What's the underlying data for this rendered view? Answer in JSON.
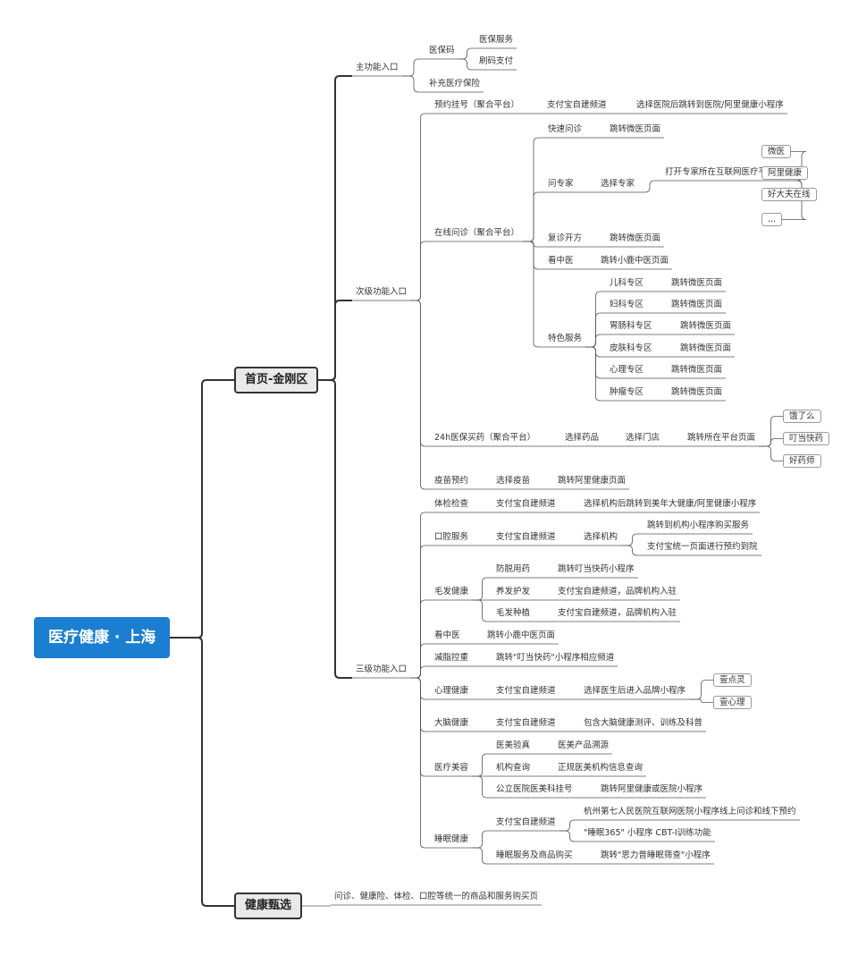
{
  "root": "医疗健康 · 上海",
  "branches": {
    "home": "首页-金刚区",
    "select": "健康甄选"
  },
  "nodes": {
    "level_main": "主功能入口",
    "level_secondary": "次级功能入口",
    "level_tertiary": "三级功能入口",
    "medical_insurance_code": "医保码",
    "insurance_service": "医保服务",
    "scan_pay": "刷码支付",
    "supplementary_insurance": "补充医疗保险",
    "appointment": "预约挂号（聚合平台）",
    "alipay_channel": "支付宝自建频道",
    "select_hospital": "选择医院后跳转到医院/阿里健康小程序",
    "online_consult": "在线问诊（聚合平台）",
    "quick_consult": "快速问诊",
    "goto_weiyi": "跳转微医页面",
    "ask_expert": "问专家",
    "select_expert": "选择专家",
    "open_expert": "打开专家所在互联网医疗平台页面",
    "weiyi": "微医",
    "ali_health": "阿里健康",
    "haodf": "好大夫在线",
    "ellipsis": "...",
    "revisit_prescription": "复诊开方",
    "tcm": "看中医",
    "goto_xiaolu": "跳转小鹿中医页面",
    "special_services": "特色服务",
    "pediatrics": "儿科专区",
    "gynecology": "妇科专区",
    "gastro": "胃肠科专区",
    "dermatology": "皮肤科专区",
    "psychology": "心理专区",
    "oncology": "肿瘤专区",
    "pharmacy24": "24h医保买药（聚合平台）",
    "select_drug": "选择药品",
    "select_store": "选择门店",
    "goto_platform": "跳转所在平台页面",
    "eleme": "饿了么",
    "dingdang": "叮当快药",
    "haoyaoshi": "好药师",
    "vaccine": "疫苗预约",
    "select_vaccine": "选择疫苗",
    "goto_ali_health": "跳转阿里健康页面",
    "checkup": "体检检查",
    "select_checkup": "选择机构后跳转到美年大健康/阿里健康小程序",
    "dental": "口腔服务",
    "select_institution": "选择机构",
    "goto_institution_buy": "跳转到机构小程序购买服务",
    "alipay_unified": "支付宝统一页面进行预约到院",
    "hair": "毛发健康",
    "hair_loss_drug": "防脱用药",
    "goto_dingdang_mini": "跳转叮当快药小程序",
    "hair_care": "养发护发",
    "alipay_brand": "支付宝自建频道，品牌机构入驻",
    "hair_transplant": "毛发种植",
    "tcm2": "看中医",
    "goto_xiaolu_tcm": "跳转小鹿中医页面",
    "weight": "减脂控重",
    "goto_dingdang_channel": "跳转\"叮当快药\"小程序相应频道",
    "mental": "心理健康",
    "select_doctor_brand": "选择医生后进入品牌小程序",
    "jiandianling": "壹点灵",
    "jianxinli": "壹心理",
    "brain": "大脑健康",
    "brain_content": "包含大脑健康测评、训练及科普",
    "aesthetics": "医疗美容",
    "aesthetic_verify": "医美验真",
    "aesthetic_trace": "医美产品溯源",
    "institution_query": "机构查询",
    "institution_info": "正规医美机构信息查询",
    "public_hospital": "公立医院医美科挂号",
    "goto_ali_or_hospital": "跳转阿里健康或医院小程序",
    "sleep": "睡眠健康",
    "hangzhou_seventh": "杭州第七人民医院互联网医院小程序线上问诊和线下预约",
    "sleep365": "\"睡眠365\" 小程序 CBT-I训练功能",
    "sleep_service": "睡眠服务及商品购买",
    "goto_siliupu": "跳转\"思力普睡眠筛查\"小程序",
    "select_desc": "问诊、健康险、体检、口腔等统一的商品和服务购买页"
  }
}
